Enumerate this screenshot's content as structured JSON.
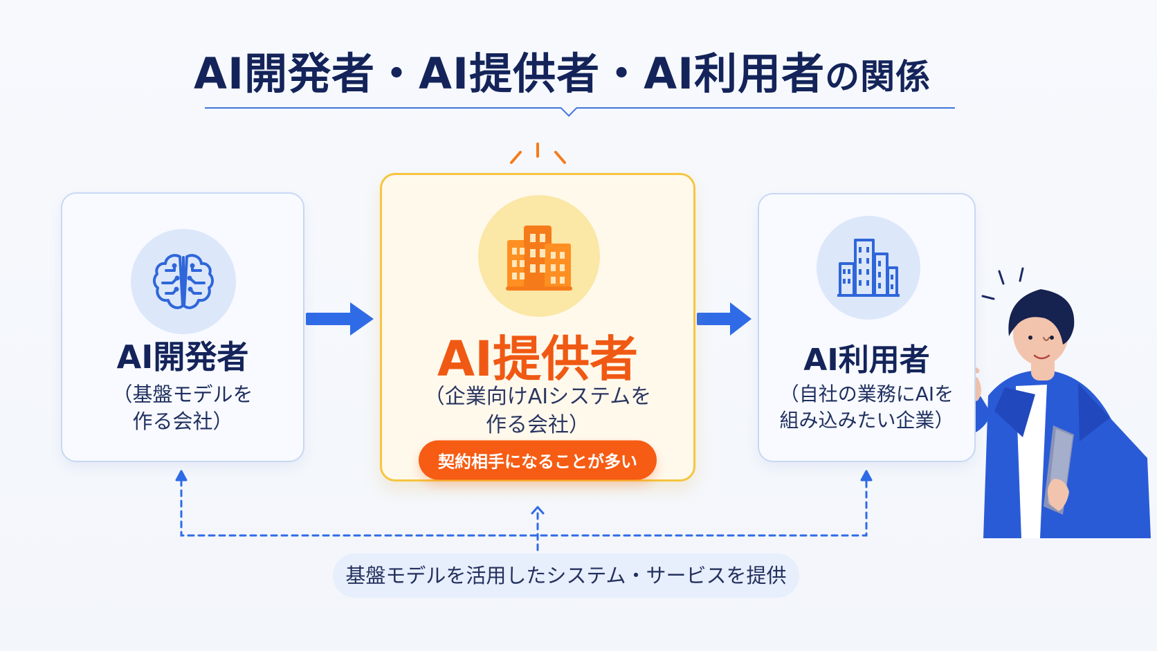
{
  "header": {
    "title_main": "AI開発者・AI提供者・AI利用者",
    "title_suffix": "の関係"
  },
  "cards": {
    "developer": {
      "title": "AI開発者",
      "desc_line1": "（基盤モデルを",
      "desc_line2": "作る会社）",
      "icon": "brain-circuit-icon"
    },
    "provider": {
      "title": "AI提供者",
      "desc_line1": "（企業向けAIシステムを",
      "desc_line2": "作る会社）",
      "badge": "契約相手になることが多い",
      "icon": "office-building-icon"
    },
    "user": {
      "title": "AI利用者",
      "desc_line1": "（自社の業務にAIを",
      "desc_line2": "組み込みたい企業）",
      "icon": "city-building-icon"
    }
  },
  "footer": {
    "label": "基盤モデルを活用したシステム・サービスを提供"
  },
  "illustration": {
    "icon": "presenter-person-icon"
  },
  "colors": {
    "navy": "#14245a",
    "blue": "#2f6be6",
    "orange": "#f65c13",
    "yellow": "#f6c53f",
    "light_blue_bg": "#dce7fa"
  }
}
